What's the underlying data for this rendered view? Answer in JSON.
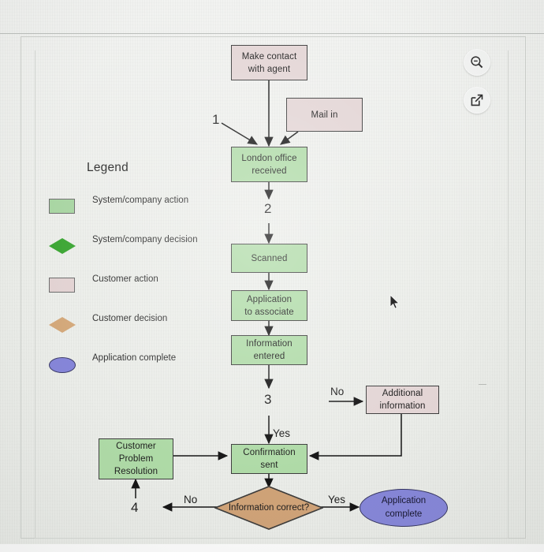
{
  "toolbar": {
    "zoom_out_label": "zoom-out",
    "open_label": "open-in-new"
  },
  "legend": {
    "title": "Legend",
    "items": [
      {
        "shape": "rect",
        "color": "#a8d5a2",
        "line1": "System/company",
        "line2": "action"
      },
      {
        "shape": "diamond",
        "color": "#3aa532",
        "line1": "System/company",
        "line2": "decision"
      },
      {
        "shape": "rect",
        "color": "#e2d2d2",
        "line1": "Customer",
        "line2": "action"
      },
      {
        "shape": "diamond",
        "color": "#d3a87a",
        "line1": "Customer",
        "line2": "decision"
      },
      {
        "shape": "ellipse",
        "color": "#8585d8",
        "line1": "Application",
        "line2": "complete"
      }
    ]
  },
  "colors": {
    "system_action": "#aedaa6",
    "customer_action": "#e3d5d5",
    "customer_decision": "#cfa277",
    "application_complete": "#8585d8",
    "shape_border": "#3c3c3c",
    "page_background": "#eceeea"
  },
  "flowchart": {
    "nodes": [
      {
        "id": "make-contact",
        "type": "process",
        "category": "customer-action",
        "line1": "Make contact",
        "line2": "with agent"
      },
      {
        "id": "mail-in",
        "type": "process",
        "category": "customer-action",
        "line1": "Mail in",
        "line2": ""
      },
      {
        "id": "london-office",
        "type": "process",
        "category": "system-action",
        "line1": "London office",
        "line2": "received"
      },
      {
        "id": "scanned",
        "type": "process",
        "category": "system-action",
        "line1": "Scanned",
        "line2": ""
      },
      {
        "id": "app-to-associate",
        "type": "process",
        "category": "system-action",
        "line1": "Application",
        "line2": "to associate"
      },
      {
        "id": "info-entered",
        "type": "process",
        "category": "system-action",
        "line1": "Information",
        "line2": "entered"
      },
      {
        "id": "additional-info",
        "type": "process",
        "category": "customer-action",
        "line1": "Additional",
        "line2": "information"
      },
      {
        "id": "confirmation",
        "type": "process",
        "category": "system-action",
        "line1": "Confirmation",
        "line2": "sent"
      },
      {
        "id": "problem-res",
        "type": "process",
        "category": "system-action",
        "line1": "Customer",
        "line2": "Problem",
        "line3": "Resolution"
      },
      {
        "id": "info-correct",
        "type": "decision",
        "category": "customer-decision",
        "line1": "Information",
        "line2": "correct?"
      },
      {
        "id": "app-complete",
        "type": "terminal",
        "category": "application-complete",
        "line1": "Application",
        "line2": "complete"
      }
    ],
    "step_numbers": [
      "1",
      "2",
      "3",
      "4"
    ],
    "edge_labels": {
      "to_confirmation": "Yes",
      "to_additional_info": "No",
      "decision_yes": "Yes",
      "decision_no": "No"
    }
  }
}
